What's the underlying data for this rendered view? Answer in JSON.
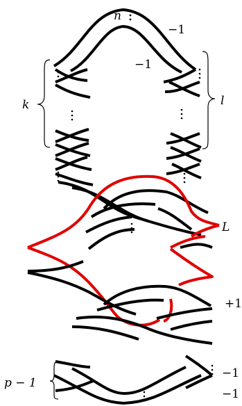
{
  "labels": {
    "n": "n",
    "minus1_outer": "−1",
    "minus1_inner": "−1",
    "k": "k",
    "l": "l",
    "L": "L",
    "plus1": "+1",
    "p_minus_1": "p − 1",
    "minus1_lower_a": "−1",
    "minus1_lower_b": "−1"
  },
  "colors": {
    "strand": "#000000",
    "highlight": "#e00000"
  }
}
